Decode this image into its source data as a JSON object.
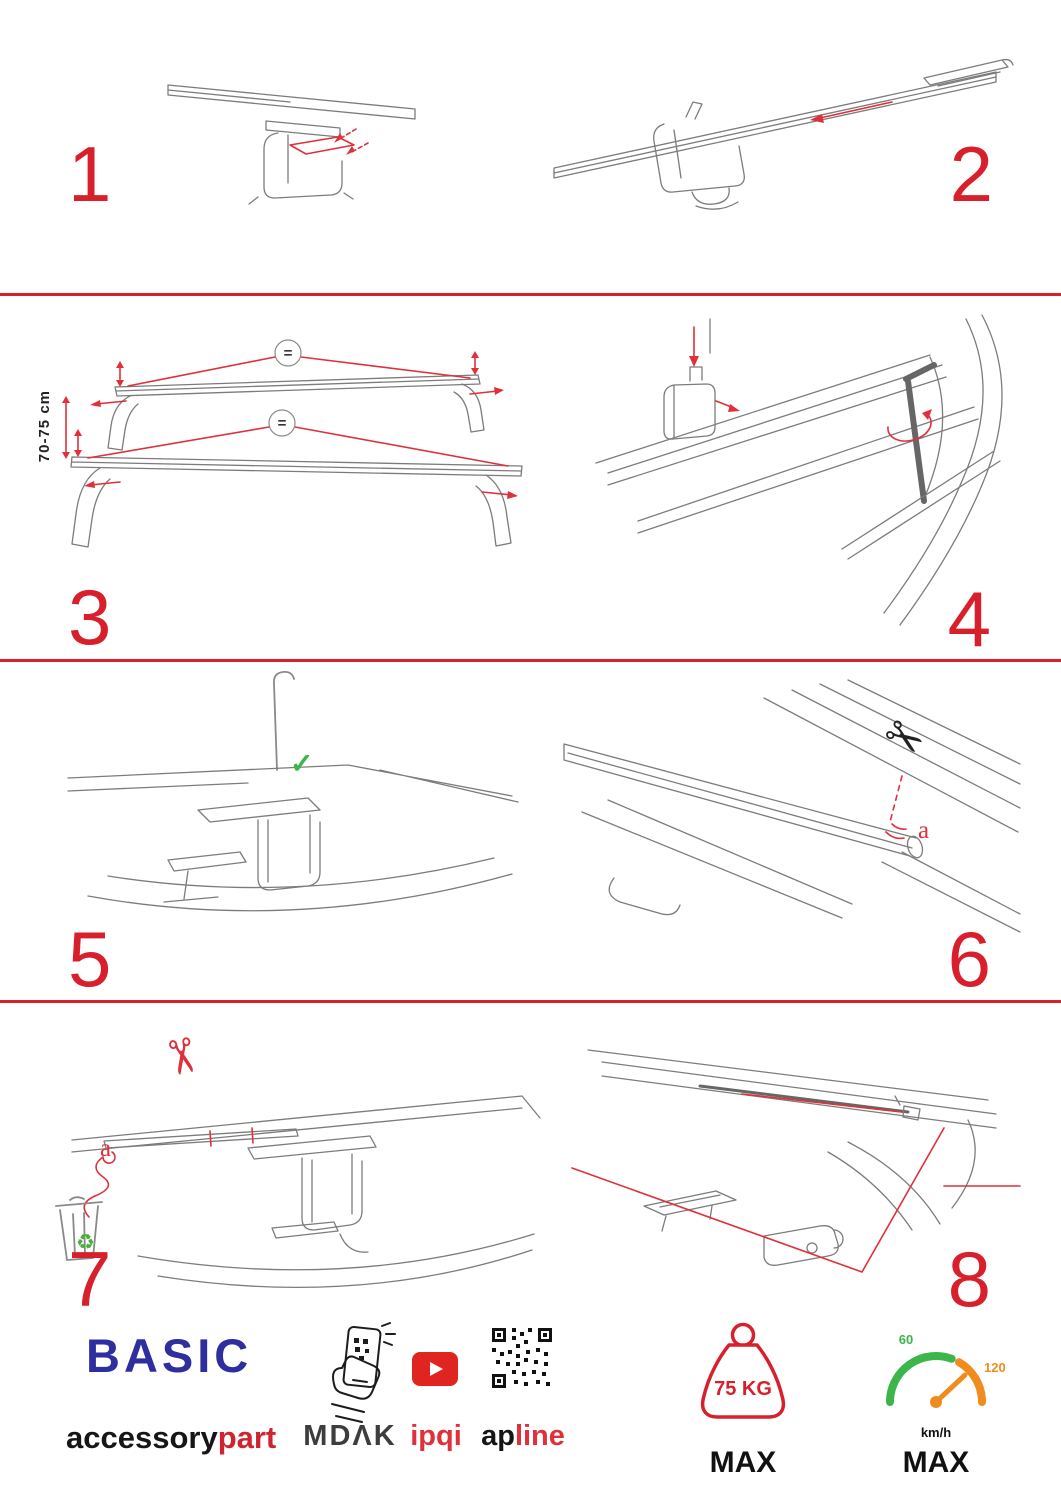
{
  "steps": [
    {
      "number": "1"
    },
    {
      "number": "2"
    },
    {
      "number": "3",
      "dimension_label": "70-75 cm",
      "equal_symbol": "="
    },
    {
      "number": "4"
    },
    {
      "number": "5"
    },
    {
      "number": "6",
      "label_a": "a"
    },
    {
      "number": "7",
      "label_a": "a"
    },
    {
      "number": "8"
    }
  ],
  "icons": {
    "scissors": "✂",
    "check": "✓",
    "recycle": "♻",
    "play": "▶"
  },
  "footer": {
    "brand": "BASIC",
    "brand_sub_black": "accessory",
    "brand_sub_red": "part",
    "logo_mdak": "MDΛK",
    "logo_ipqi": "ipqi",
    "logo_ap": "ap",
    "logo_line": "line",
    "weight_value": "75 KG",
    "weight_max_label": "MAX",
    "speed_60": "60",
    "speed_120": "120",
    "speed_unit": "km/h",
    "speed_max_label": "MAX"
  },
  "colors": {
    "accent_red": "#d8202d",
    "brand_blue": "#2e2e9e",
    "green": "#3cb54a",
    "orange": "#f08c1e"
  }
}
